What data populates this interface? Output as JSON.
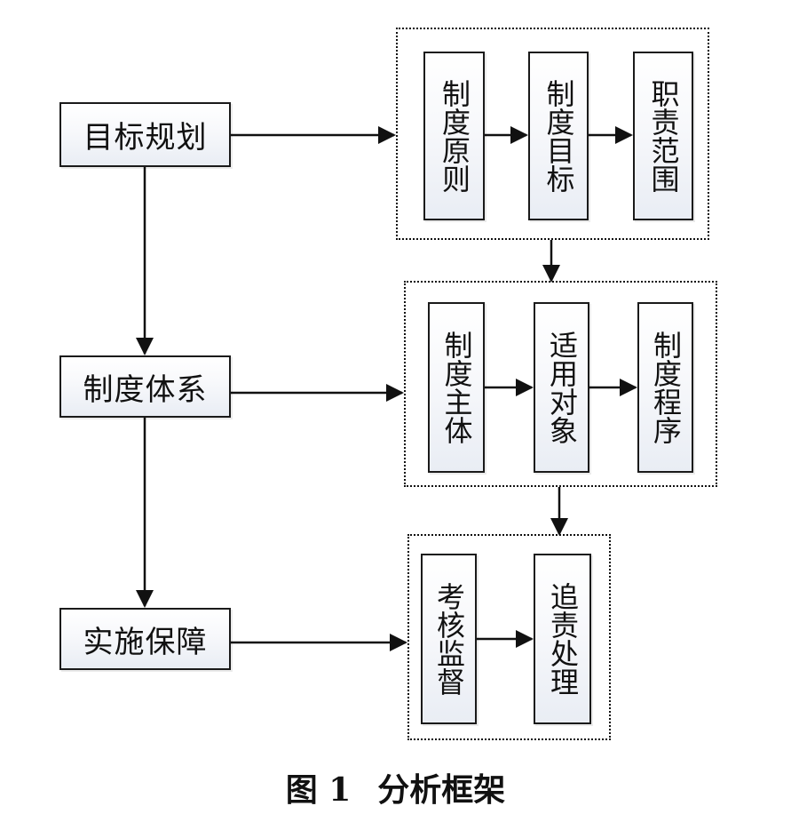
{
  "left_column": [
    {
      "key": "goal",
      "label": "目标规划"
    },
    {
      "key": "system",
      "label": "制度体系"
    },
    {
      "key": "implement",
      "label": "实施保障"
    }
  ],
  "groups": [
    {
      "key": "g1",
      "items": [
        "制度原则",
        "制度目标",
        "职责范围"
      ]
    },
    {
      "key": "g2",
      "items": [
        "制度主体",
        "适用对象",
        "制度程序"
      ]
    },
    {
      "key": "g3",
      "items": [
        "考核监督",
        "追责处理"
      ]
    }
  ],
  "caption": {
    "figure_no": "图 1",
    "title": "分析框架"
  }
}
